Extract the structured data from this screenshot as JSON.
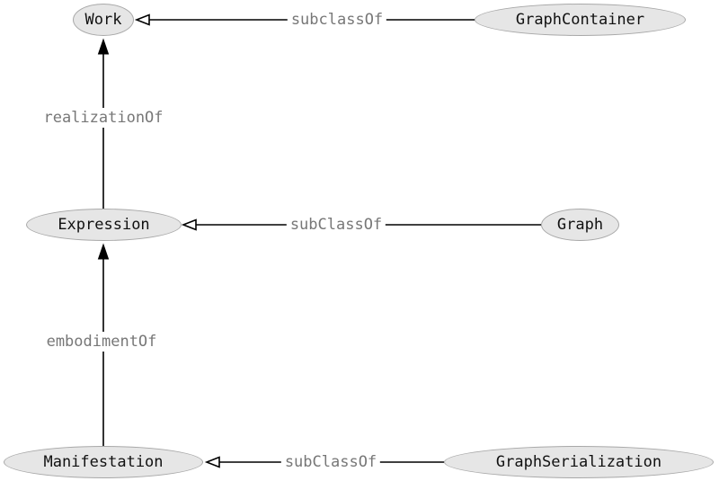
{
  "nodes": {
    "work": "Work",
    "graph_container": "GraphContainer",
    "expression": "Expression",
    "graph": "Graph",
    "manifestation": "Manifestation",
    "graph_serialization": "GraphSerialization"
  },
  "edges": {
    "graph_container_to_work": "subclassOf",
    "expression_to_work": "realizationOf",
    "graph_to_expression": "subClassOf",
    "manifestation_to_expression": "embodimentOf",
    "graph_serialization_to_manifestation": "subClassOf"
  },
  "colors": {
    "node_fill": "#e6e6e6",
    "node_border": "#a8a8a8",
    "edge_line": "#000000",
    "edge_label_text": "#777777"
  }
}
